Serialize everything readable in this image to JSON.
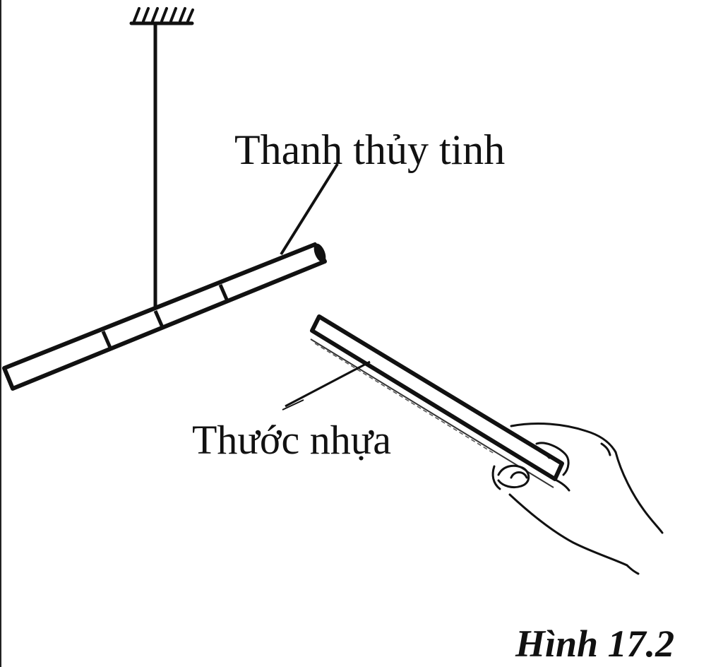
{
  "labels": {
    "glass_rod": "Thanh thủy tinh",
    "plastic_ruler": "Thước nhựa"
  },
  "caption": "Hình 17.2",
  "colors": {
    "ink": "#111111",
    "background": "#ffffff"
  },
  "icons": {
    "ceiling_mount": "hatched-ceiling-support",
    "hand": "hand-holding-ruler"
  }
}
